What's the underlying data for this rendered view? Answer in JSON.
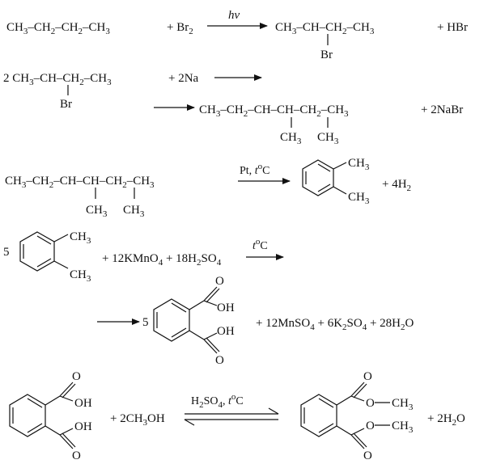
{
  "reactions": {
    "r1": {
      "reactant": "CH3–CH2–CH2–CH3",
      "plus_br2": "+ Br2",
      "condition": "hv",
      "product_chain": "CH3–CH–CH2–CH3",
      "product_sub": "Br",
      "by_product": "+ HBr"
    },
    "r2": {
      "reactant": "2 CH3–CH–CH2–CH3",
      "reactant_sub": "Br",
      "plus_na": "+ 2Na",
      "product_chain": "CH3–CH2–CH–CH–CH2–CH3",
      "product_sub1": "CH3",
      "product_sub2": "CH3",
      "by_product": "+ 2NaBr"
    },
    "r3": {
      "reactant_chain": "CH3–CH2–CH–CH–CH2–CH3",
      "reactant_sub1": "CH3",
      "reactant_sub2": "CH3",
      "condition": "Pt, toC",
      "ring_sub1": "CH3",
      "ring_sub2": "CH3",
      "by_product": "+ 4H2"
    },
    "r4": {
      "coef": "5",
      "ring_sub1": "CH3",
      "ring_sub2": "CH3",
      "reagents": "+ 12KMnO4 + 18H2SO4",
      "condition": "toC",
      "product_coef": "5",
      "cooh_o": "O",
      "cooh_oh": "OH",
      "by_products": "+ 12MnSO4 + 6K2SO4 + 28H2O"
    },
    "r5": {
      "reagent": "+ 2CH3OH",
      "condition": "H2SO4, toC",
      "ester_o": "O",
      "ester_ch3": "CH3",
      "by_product": "+ 2H2O"
    }
  }
}
